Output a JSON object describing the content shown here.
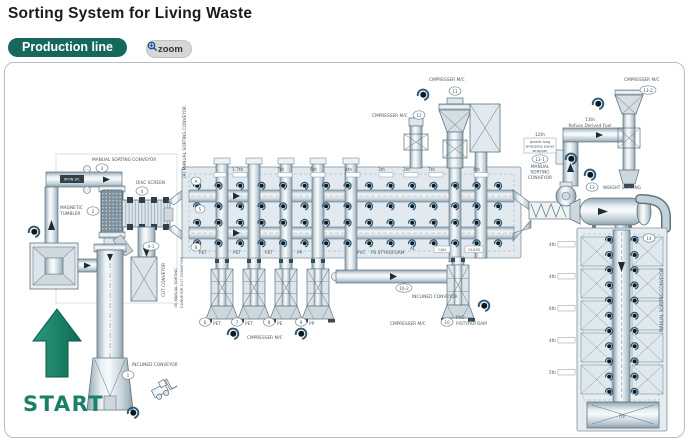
{
  "header": {
    "title": "Sorting System for Living Waste",
    "badge_label": "Production line",
    "zoom_label": "zoom"
  },
  "colors": {
    "badge_teal": "#15685a",
    "start_arrow_teal": "#1a8066",
    "machine_stroke": "#5f7380",
    "machine_fill": "#dde6ec",
    "hall_fill": "#e3eaef"
  },
  "start_label": "START",
  "labels": {
    "manual_sorting_conveyor": "MANUAL SORTING CONVEYOR",
    "disc_screen": "DISC SCREEN",
    "magnetic_1": "MAGNETIC",
    "magnetic_2": "TUMBLER",
    "iron_st": "IRON ST.",
    "vert_a": "(A) MANUAL SORTING CONVEYOR",
    "vert_b1": "(B) MANUAL SORTING",
    "vert_b2": "CONVEYOR CUT CONVEYOR",
    "cut_conveyor": "CUT CONVEYOR",
    "inclined_conveyor": "INCLINED CONVEYOR",
    "cmpresser_mc": "CMPRESSER M/C",
    "weight_sorting": "WEIGHT SORTING",
    "rdf_1": "13th",
    "rdf_2": "Refuse Derived Fuel",
    "wrap_th": "12th",
    "wrap_box_1": "plastic bag",
    "wrap_box_2": "wrapping paper",
    "wrap_box_3": "wrapper",
    "manual_1": "MANUAL",
    "manual_2": "SORTING",
    "manual_3": "CONVEYOR",
    "pvc": "PVC",
    "ps_styrofoam": "PS STYROFOAM",
    "al": "AL",
    "can": "CAN",
    "glass": "GLASS",
    "seventh": "7th",
    "tower10_1": "PVC",
    "tower10_2": "P/STYROFOAM"
  },
  "markers": {
    "m1": "1",
    "m2": "2",
    "m3": "3",
    "m4": "4",
    "m4_1": "4-1",
    "m5": "5",
    "mA": "A",
    "mB": "B",
    "m6": "6",
    "m7": "7",
    "m8": "8",
    "m9": "9",
    "m10": "10",
    "m10_2": "10-2",
    "m11": "11",
    "m12": "12",
    "m13": "13",
    "m13_1": "13-1",
    "m13_2": "13-2",
    "m14": "14"
  },
  "top_stations": [
    "1.7th",
    "7th",
    "6th",
    "4th",
    "3th",
    "2th",
    "7th",
    "4th"
  ],
  "chute_products": [
    "PET",
    "PET",
    "PET",
    "PP"
  ],
  "press_products": [
    "PET",
    "PET",
    "PE",
    "PP"
  ],
  "right_stations": [
    "4th",
    "4th",
    "6th",
    "4th",
    "5th"
  ]
}
